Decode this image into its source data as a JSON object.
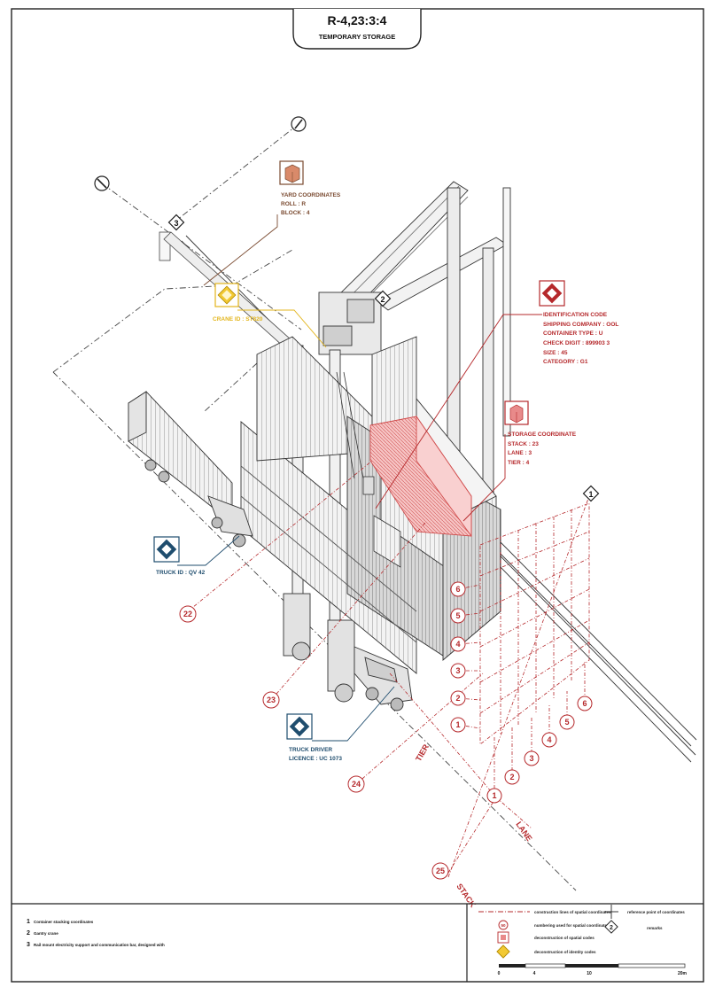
{
  "sheet": {
    "code": "R-4,23:3:4",
    "subtitle": "TEMPORARY STORAGE"
  },
  "colors": {
    "red": "#b5282b",
    "red_light": "#f3b3b3",
    "navy": "#1f4d6e",
    "gold": "#e3b51c",
    "brown": "#7a4a30",
    "ink": "#222222"
  },
  "markers": {
    "m1": "1",
    "m2": "2",
    "m3": "3"
  },
  "callouts": {
    "yard": {
      "title": "YARD COORDINATES",
      "roll": "ROLL : R",
      "block": "BLOCK : 4"
    },
    "crane": {
      "title": "CRANE ID : ST820"
    },
    "identification": {
      "title": "IDENTIFICATION CODE",
      "shipping": "SHIPPING COMPANY : OOL",
      "type": "CONTAINER TYPE : U",
      "check": "CHECK DIGIT : 899903 3",
      "size": "SIZE : 45",
      "category": "CATEGORY : G1"
    },
    "storage": {
      "title": "STORAGE COORDINATE",
      "stack": "STACK : 23",
      "lane": "LANE : 3",
      "tier": "TIER : 4"
    },
    "truck": {
      "title": "TRUCK ID : QV 42"
    },
    "driver": {
      "title": "TRUCK DRIVER",
      "licence": "LICENCE : UC 1073"
    }
  },
  "grid": {
    "tier_numbers": [
      "1",
      "2",
      "3",
      "4",
      "5",
      "6"
    ],
    "lane_numbers": [
      "1",
      "2",
      "3",
      "4",
      "5",
      "6"
    ],
    "stack_numbers": [
      "22",
      "23",
      "24",
      "25"
    ],
    "axis_tier": "TIER",
    "axis_lane": "LANE",
    "axis_stack": "STACK"
  },
  "legend_left": [
    {
      "num": "1",
      "text": "Container stacking coordinates"
    },
    {
      "num": "2",
      "text": "Gantry crane"
    },
    {
      "num": "3",
      "text": "Rail mount electricity support and communication bar, designed with"
    }
  ],
  "legend_right": {
    "construction": "construction lines of spatial coordinates",
    "reference": "reference point of coordinates",
    "numbering": "numbering used for spatial coordinates",
    "remarks": "remarks",
    "spatial": "deconstruction of spatial codes",
    "identity": "deconstruction of identity codes",
    "remark_num": "2",
    "badge_num": "50"
  },
  "scale": {
    "ticks": [
      "0",
      "4",
      "10",
      "20m"
    ]
  }
}
